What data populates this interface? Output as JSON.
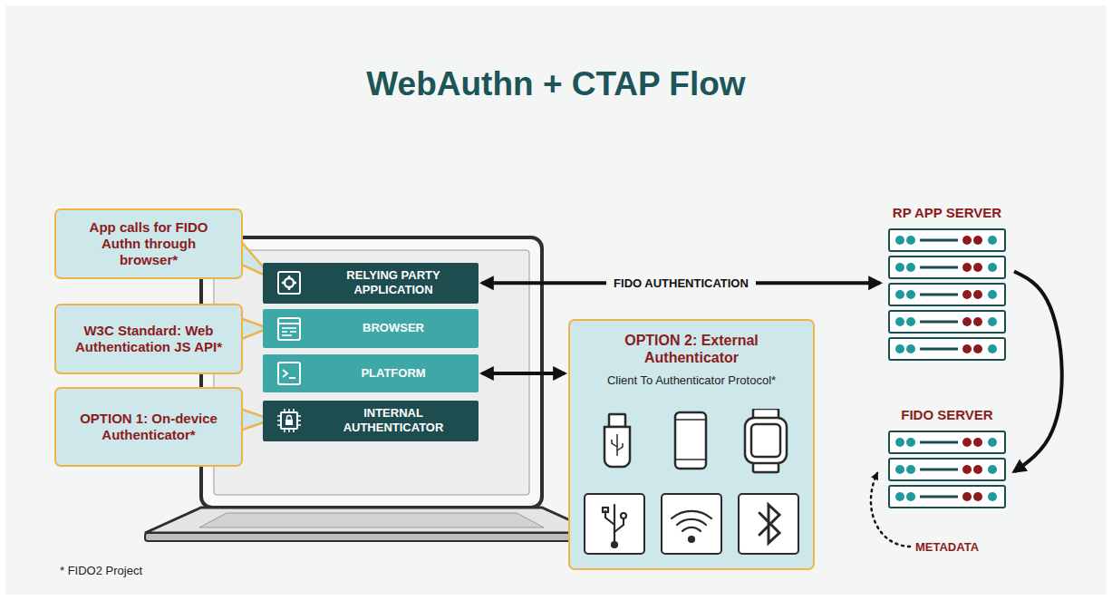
{
  "diagram": {
    "title": "WebAuthn + CTAP Flow",
    "nodes": [
      {
        "text": [
          "App calls for FIDO Authn through browser*"
        ]
      },
      {
        "text": [
          "RELYING PARTY APPLICATION"
        ]
      },
      {
        "text": [
          "W3C Standard: Web Authentication JS API*"
        ]
      },
      {
        "text": [
          "BROWSER"
        ]
      },
      {
        "text": [
          "PLATFORM"
        ]
      },
      {
        "text": [
          "OPTION 1: On-device Authenticator*"
        ]
      },
      {
        "text": [
          "INTERNAL AUTHENTICATOR"
        ]
      },
      {
        "text": [
          "OPTION 2: External Authenticator",
          "Client To Authenticator Protocol*"
        ]
      },
      {
        "text": [
          "RP APP SERVER"
        ]
      },
      {
        "text": [
          "FIDO SERVER"
        ]
      }
    ],
    "edges": [
      {
        "from": 1,
        "to": 8,
        "label": "FIDO AUTHENTICATION",
        "arrow": "both"
      },
      {
        "from": 4,
        "to": 7,
        "arrow": "both"
      },
      {
        "from": 8,
        "to": 9,
        "arrow": "to"
      }
    ],
    "labels": [
      "METADATA",
      "* FIDO2 Project"
    ]
  }
}
